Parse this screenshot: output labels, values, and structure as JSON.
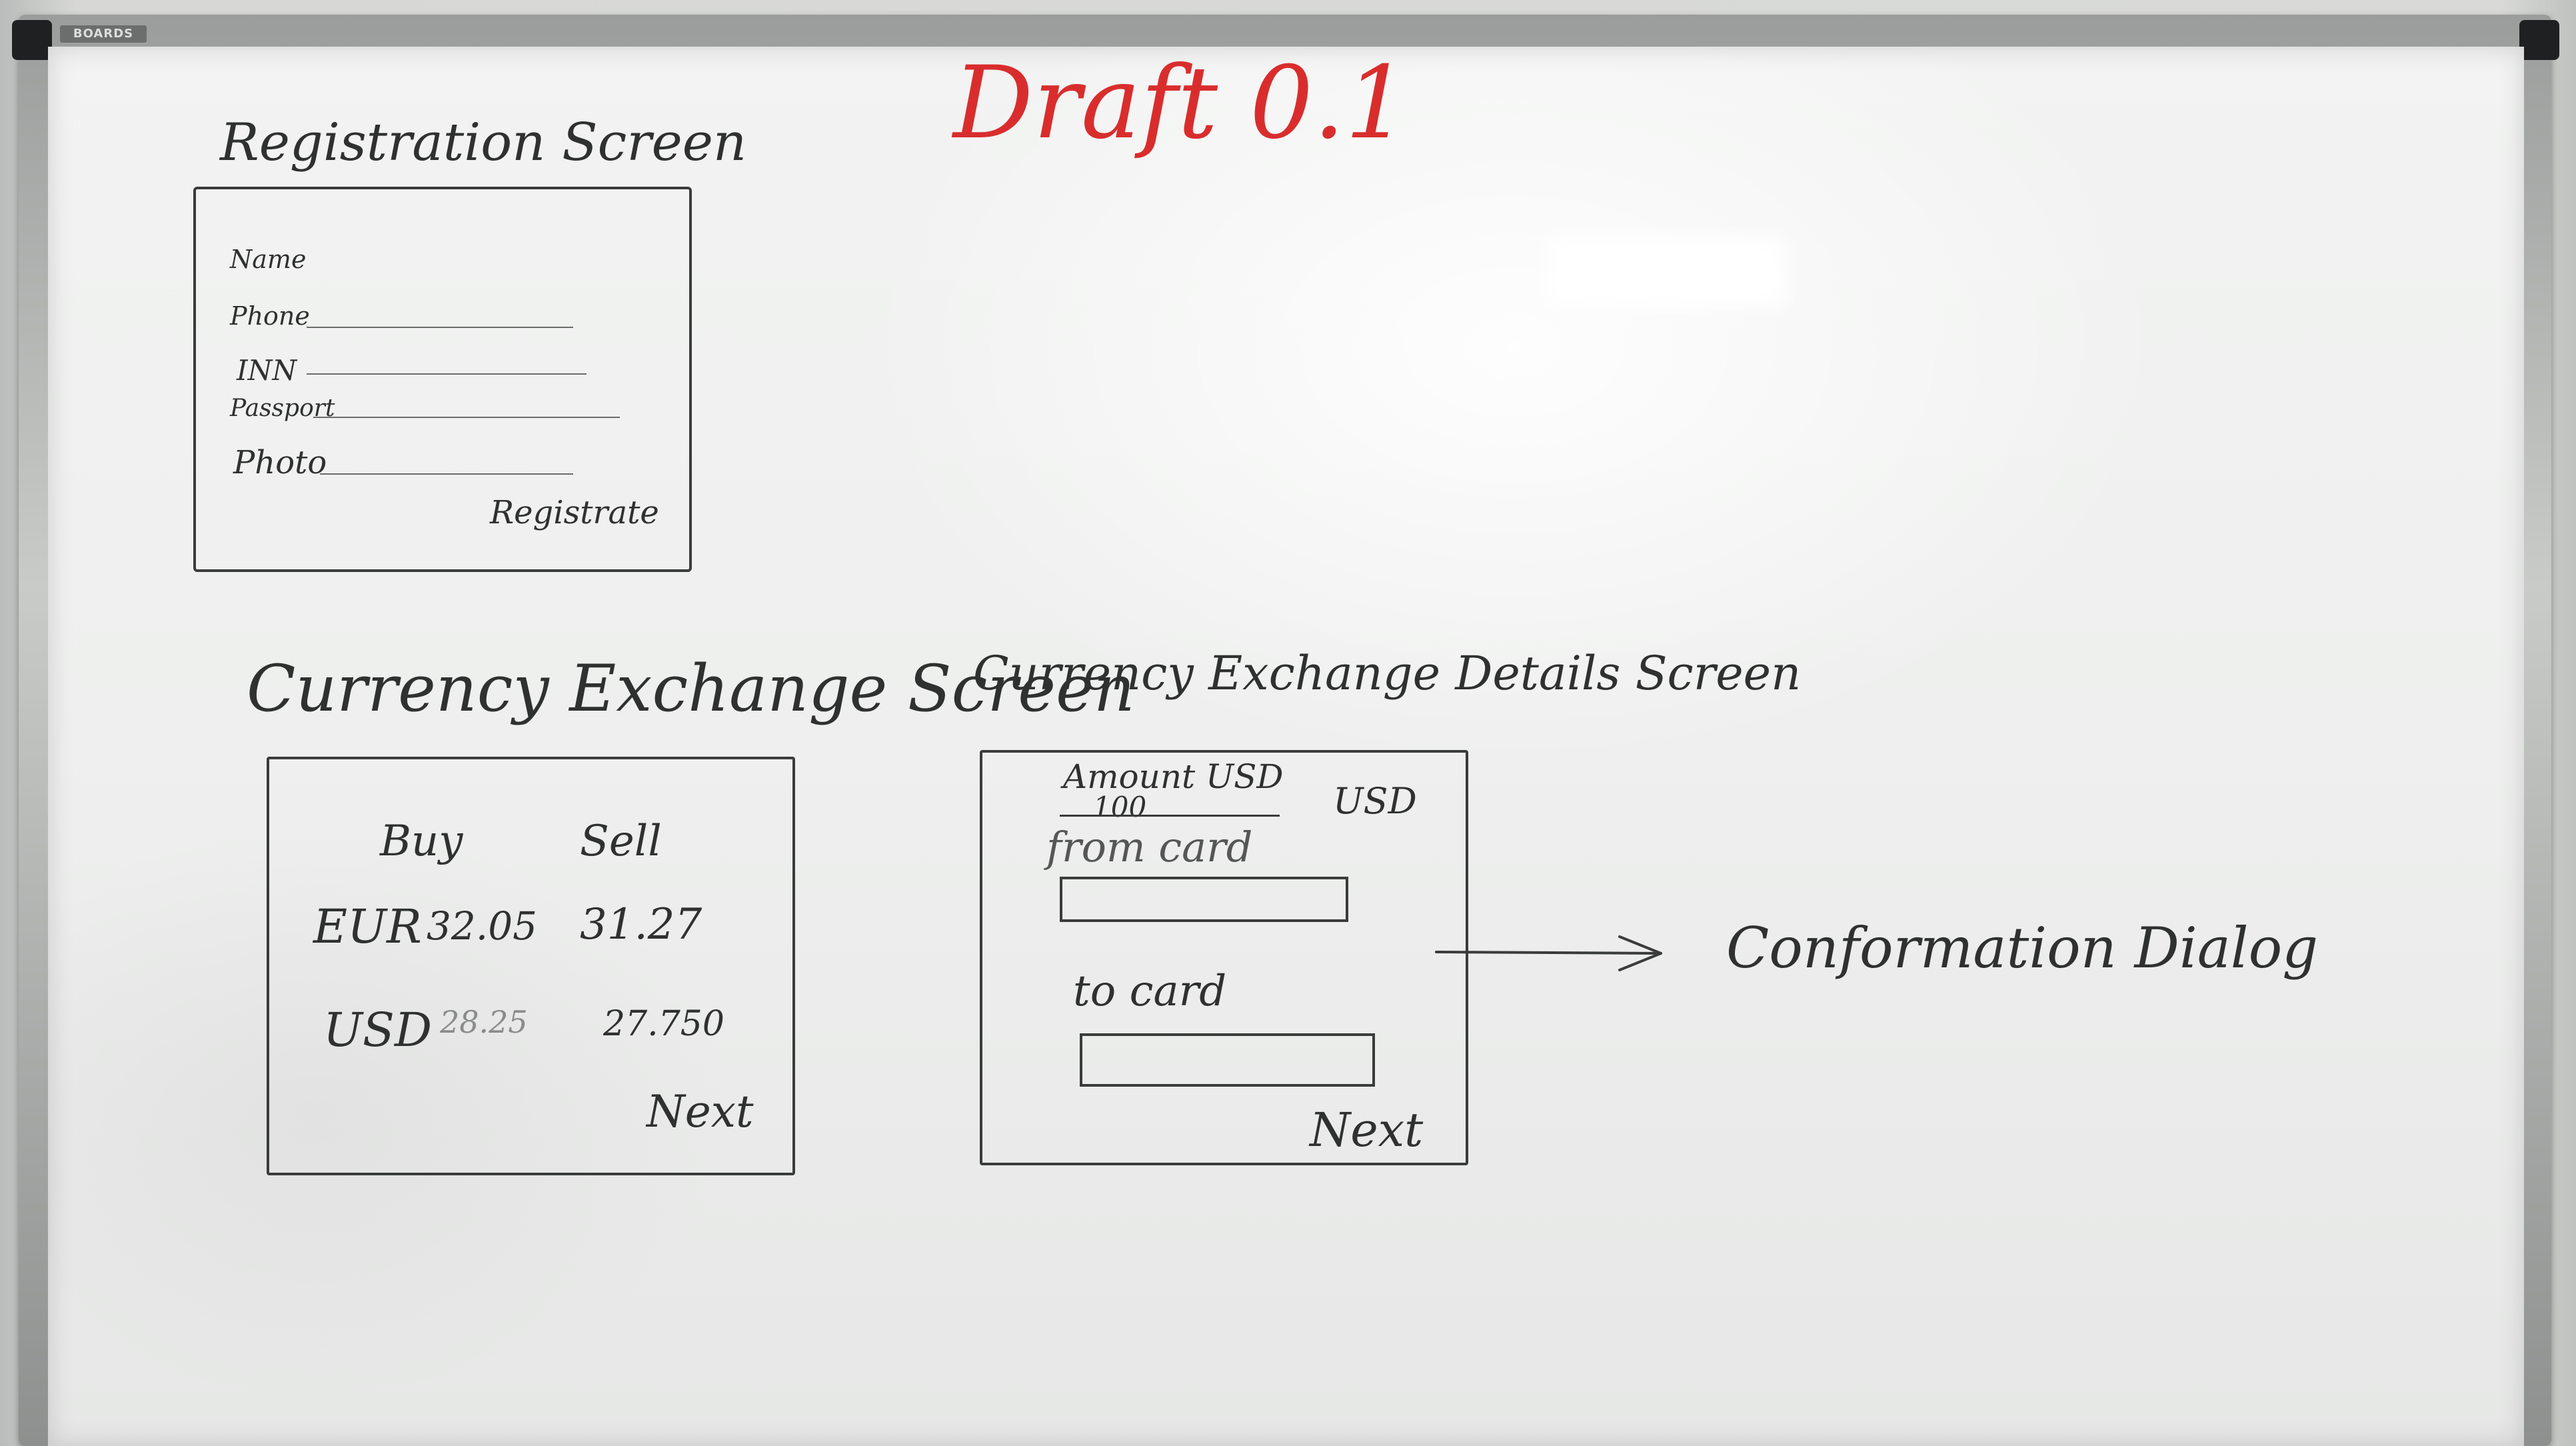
{
  "board_brand": "BOARDS",
  "draft_title": "Draft 0.1",
  "registration": {
    "title": "Registration Screen",
    "fields": [
      "Name",
      "Phone",
      "INN",
      "Passport",
      "Photo"
    ],
    "button": "Registrate"
  },
  "exchange": {
    "title": "Currency Exchange Screen",
    "col_buy": "Buy",
    "col_sell": "Sell",
    "rows": [
      {
        "currency": "EUR",
        "buy": "32.05",
        "sell": "31.27"
      },
      {
        "currency": "USD",
        "buy": "28.25",
        "sell": "27.750"
      }
    ],
    "button": "Next"
  },
  "details": {
    "title": "Currency Exchange Details Screen",
    "amount_label": "Amount USD",
    "amount_value": "100",
    "currency_suffix": "USD",
    "from_label": "from card",
    "to_label": "to card",
    "button": "Next"
  },
  "confirmation": "Conformation Dialog",
  "colors": {
    "ink": "#2f3030",
    "red_marker": "#d92d2d",
    "board": "#eeefee"
  }
}
